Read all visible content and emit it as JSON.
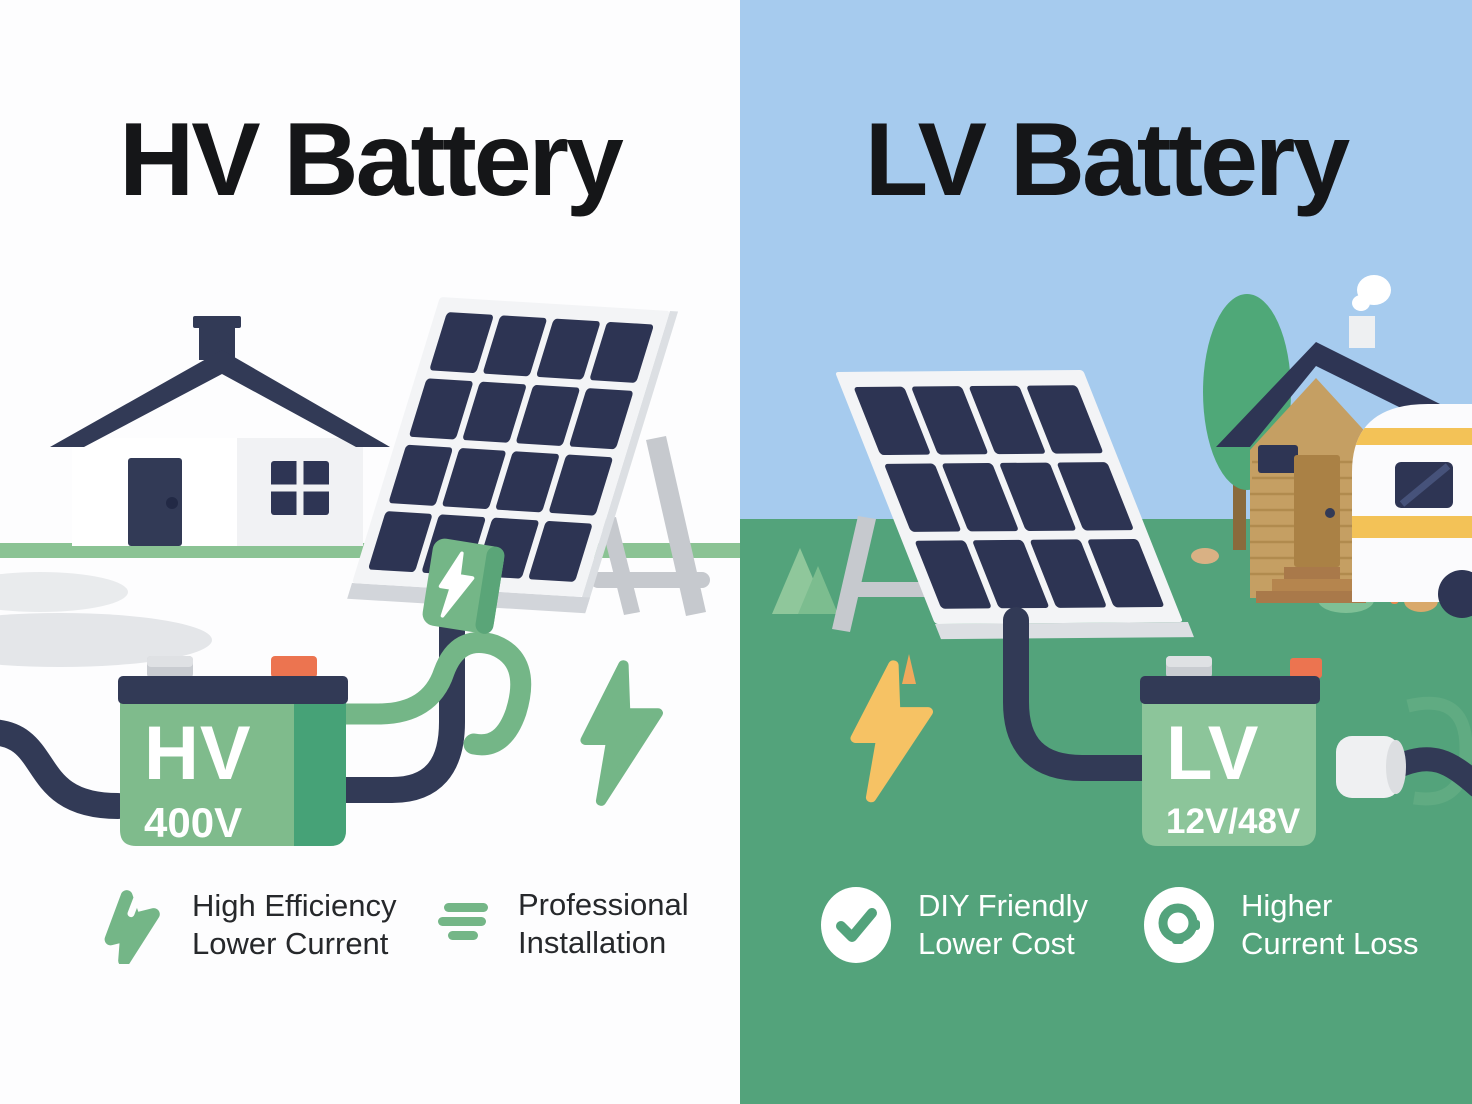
{
  "left_panel": {
    "title": "HV Battery",
    "battery": {
      "label": "HV",
      "voltage": "400V"
    },
    "features": [
      {
        "icon": "green-bolt-icon",
        "line1": "High Efficiency",
        "line2": "Lower Current"
      },
      {
        "icon": "stacked-bars-icon",
        "line1": "Professional",
        "line2": "Installation"
      }
    ]
  },
  "right_panel": {
    "title": "LV Battery",
    "battery": {
      "label": "LV",
      "voltage": "12V/48V"
    },
    "features": [
      {
        "icon": "check-circle-icon",
        "line1": "DIY Friendly",
        "line2": "Lower Cost"
      },
      {
        "icon": "current-circle-icon",
        "line1": "Higher",
        "line2": "Current Loss"
      }
    ]
  },
  "colors": {
    "sky": "#a6cbee",
    "green_background": "#53a37b",
    "grass_light": "#8bc394",
    "navy": "#323a56",
    "panel_cell": "#2d3453",
    "hv_battery_green": "#7fbb8c",
    "hv_battery_green_dark": "#46a277",
    "lv_battery_green": "#8cc59a",
    "accent_green": "#74b687",
    "bolt_yellow": "#f6c264",
    "terminal_orange": "#ec7450",
    "terminal_gray": "#c9ccd1",
    "wood": "#c59f63",
    "camper_stripe_yellow": "#f3c257",
    "title_text": "#151618",
    "feature_text_dark": "#26282b",
    "feature_text_light": "#ffffff"
  }
}
